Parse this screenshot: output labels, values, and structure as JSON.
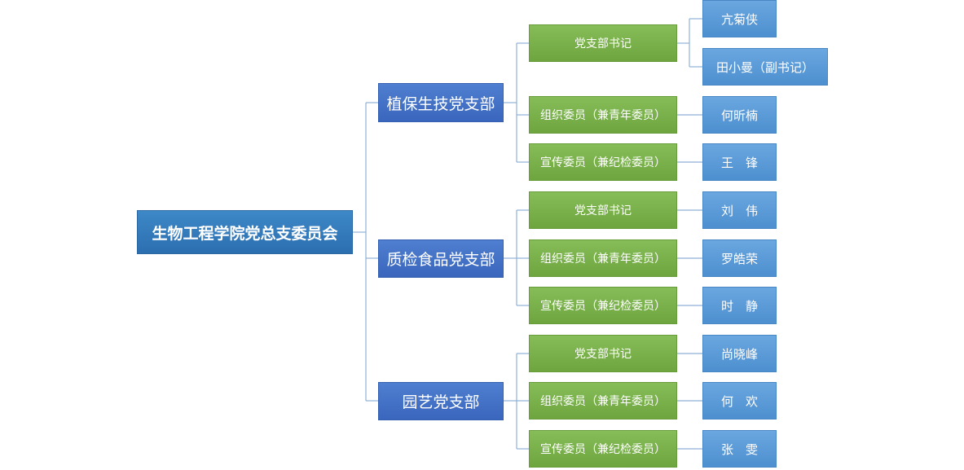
{
  "root": {
    "label": "生物工程学院党总支委员会"
  },
  "branches": [
    {
      "label": "植保生技党支部",
      "roles": [
        {
          "label": "党支部书记",
          "people": [
            "亢菊侠",
            "田小曼（副书记）"
          ]
        },
        {
          "label": "组织委员（兼青年委员）",
          "people": [
            "何昕楠"
          ]
        },
        {
          "label": "宣传委员（兼纪检委员）",
          "people": [
            "王　锋"
          ]
        }
      ]
    },
    {
      "label": "质检食品党支部",
      "roles": [
        {
          "label": "党支部书记",
          "people": [
            "刘　伟"
          ]
        },
        {
          "label": "组织委员（兼青年委员）",
          "people": [
            "罗皓荣"
          ]
        },
        {
          "label": "宣传委员（兼纪检委员）",
          "people": [
            "时　静"
          ]
        }
      ]
    },
    {
      "label": "园艺党支部",
      "roles": [
        {
          "label": "党支部书记",
          "people": [
            "尚晓峰"
          ]
        },
        {
          "label": "组织委员（兼青年委员）",
          "people": [
            "何　欢"
          ]
        },
        {
          "label": "宣传委员（兼纪检委员）",
          "people": [
            "张　雯"
          ]
        }
      ]
    }
  ],
  "colors": {
    "root": "#2f73b5",
    "branch": "#4472c4",
    "role": "#70ad47",
    "person": "#5b9bd5",
    "connector": "#8fb0d8"
  }
}
